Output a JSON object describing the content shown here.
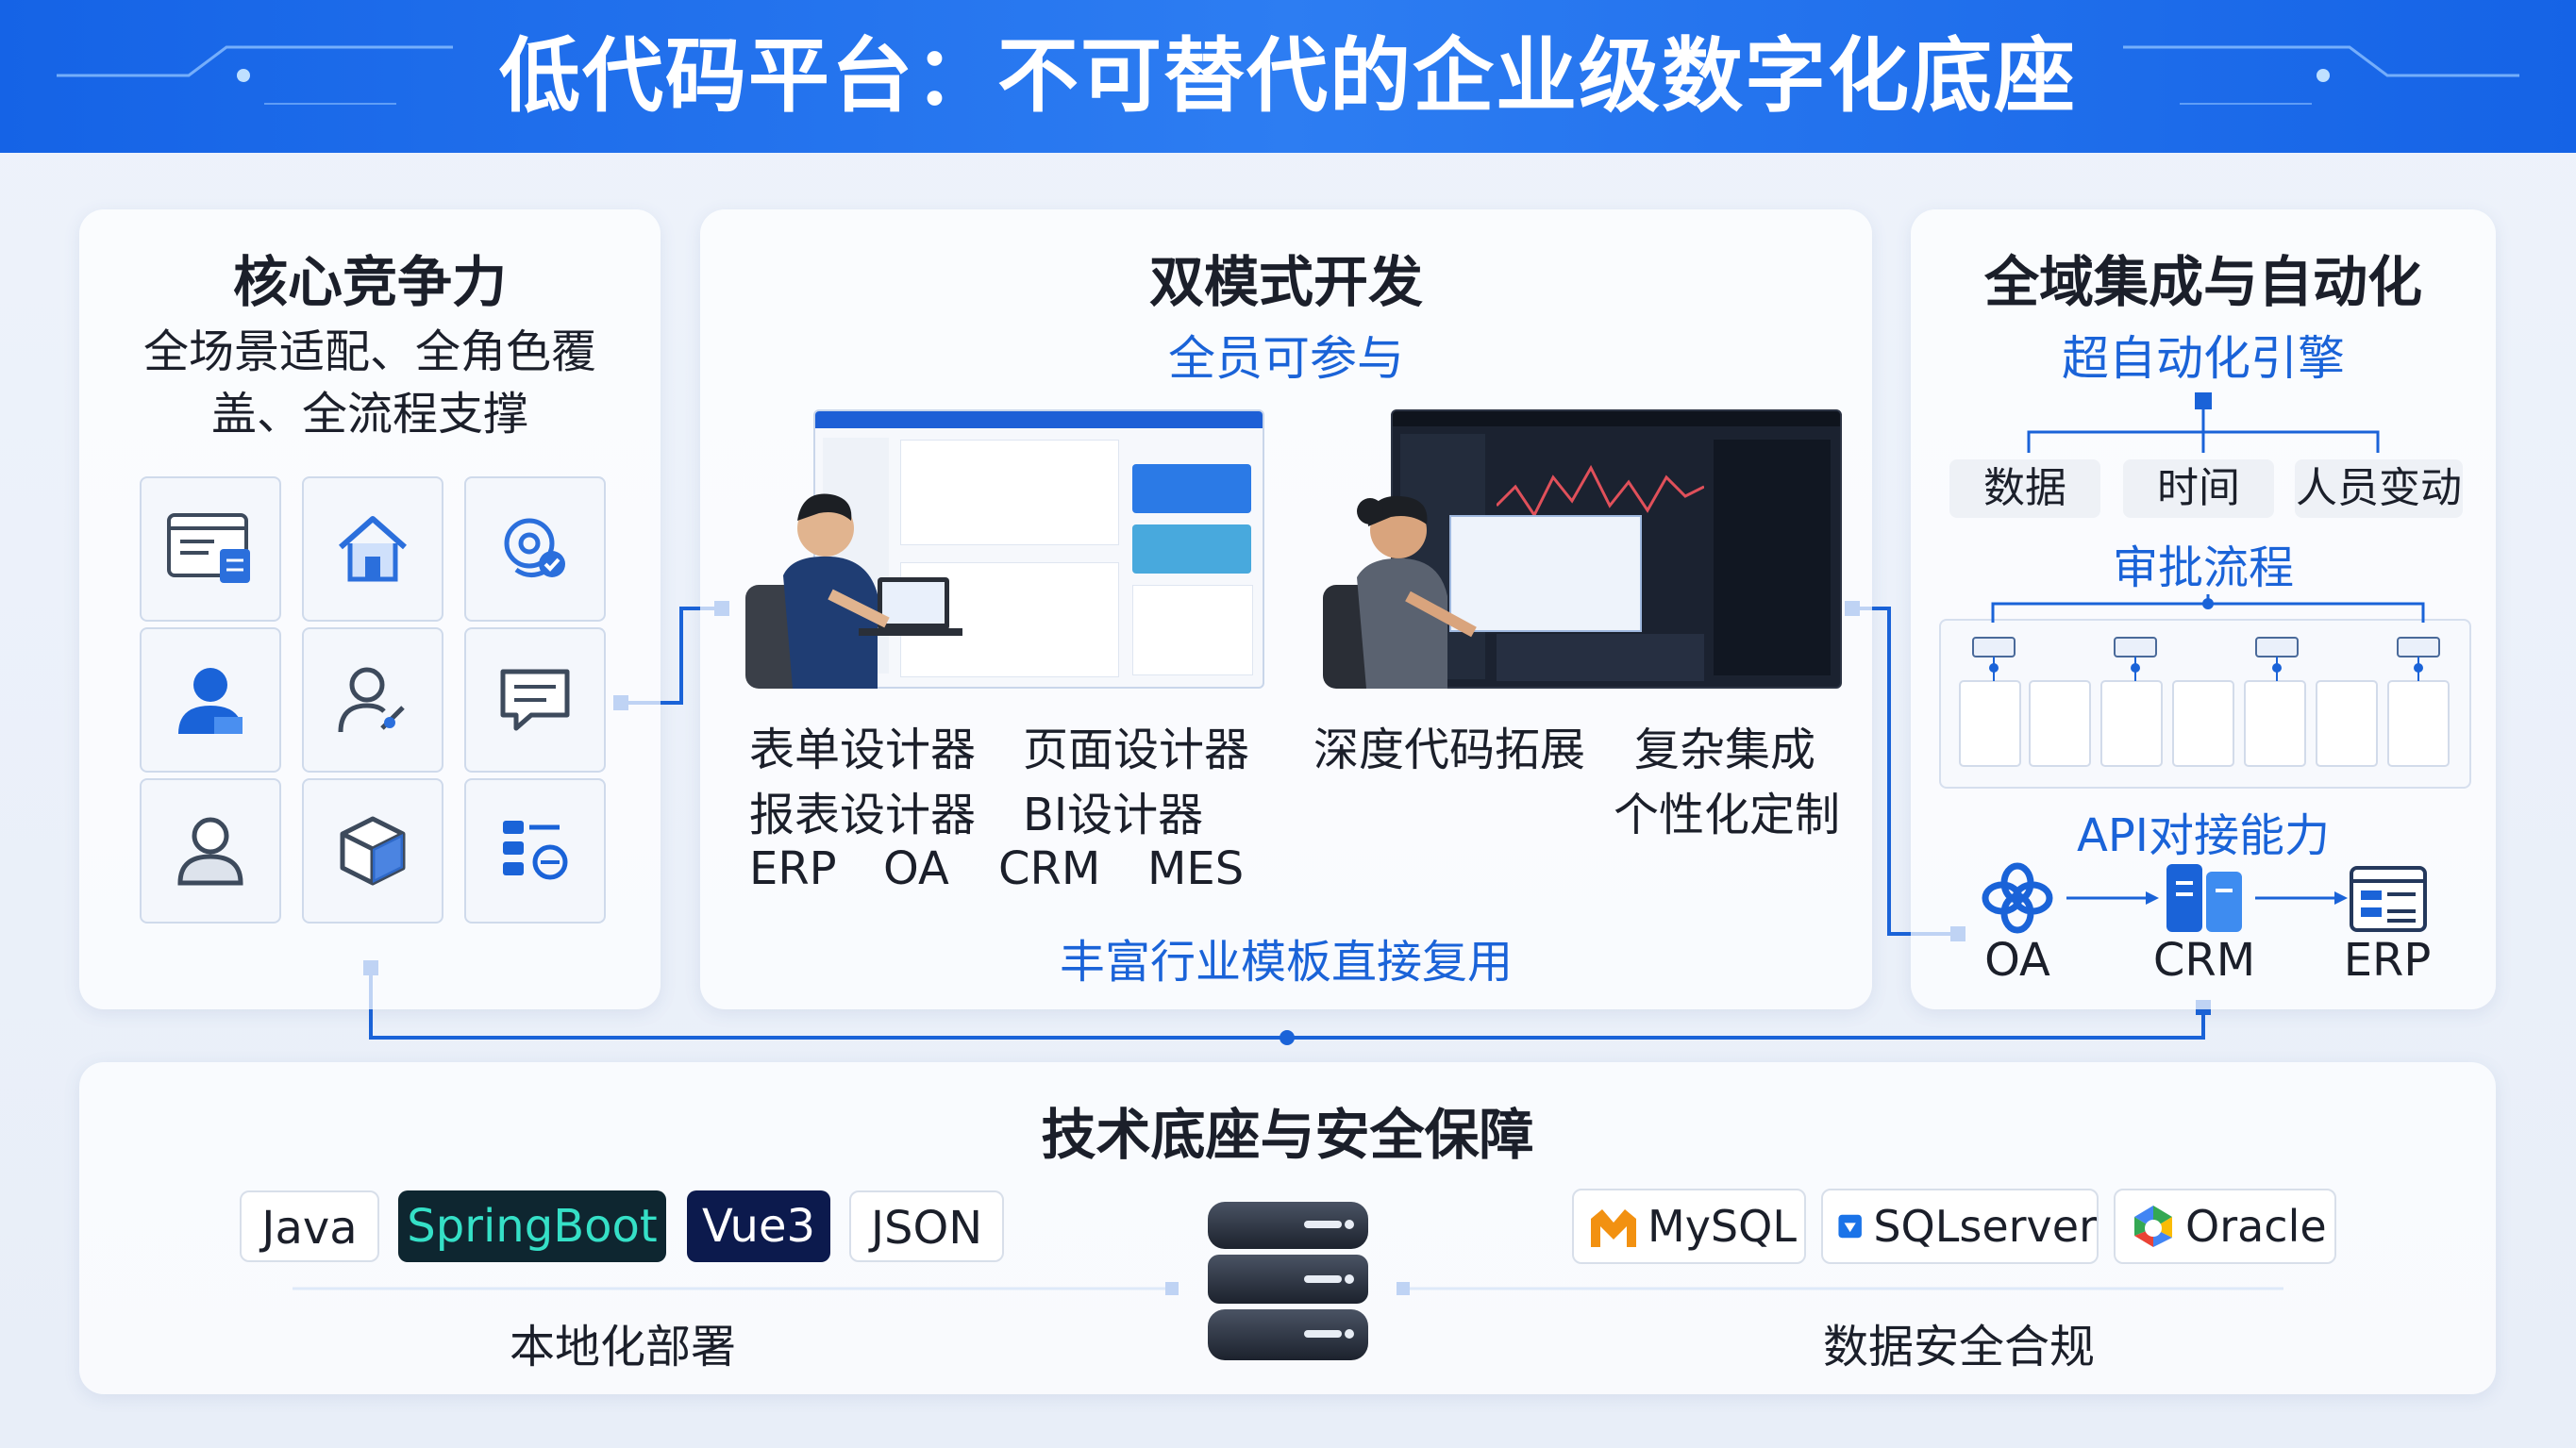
{
  "header": {
    "title": "低代码平台：不可替代的企业级数字化底座"
  },
  "core": {
    "title": "核心竞争力",
    "subtitle_line1": "全场景适配、全角色覆",
    "subtitle_line2": "盖、全流程支撑",
    "icons": [
      "form-icon",
      "home-icon",
      "location-search-icon",
      "user-filled-icon",
      "user-edit-icon",
      "message-icon",
      "user-outline-icon",
      "cube-icon",
      "data-settings-icon"
    ]
  },
  "dual": {
    "title": "双模式开发",
    "subtitle": "全员可参与",
    "left_items": [
      "表单设计器",
      "页面设计器",
      "报表设计器",
      "BI设计器",
      "ERP",
      "OA",
      "CRM",
      "MES"
    ],
    "right_items": [
      "深度代码拓展",
      "复杂集成",
      "个性化定制"
    ],
    "footer": "丰富行业模板直接复用"
  },
  "integration": {
    "title": "全域集成与自动化",
    "engine": "超自动化引擎",
    "triggers": [
      "数据",
      "时间",
      "人员变动"
    ],
    "approval": "审批流程",
    "api": "API对接能力",
    "systems": [
      "OA",
      "CRM",
      "ERP"
    ]
  },
  "tech": {
    "title": "技术底座与安全保障",
    "stack": [
      "Java",
      "SpringBoot",
      "Vue3",
      "JSON"
    ],
    "databases": [
      "MySQL",
      "SQLserver",
      "Oracle"
    ],
    "left_caption": "本地化部署",
    "right_caption": "数据安全合规"
  },
  "colors": {
    "primary": "#1a63d8",
    "banner": "#1563e6",
    "springboot_bg": "#0e2630",
    "springboot_text": "#35e0c7",
    "vue_bg": "#0c1a4d"
  }
}
